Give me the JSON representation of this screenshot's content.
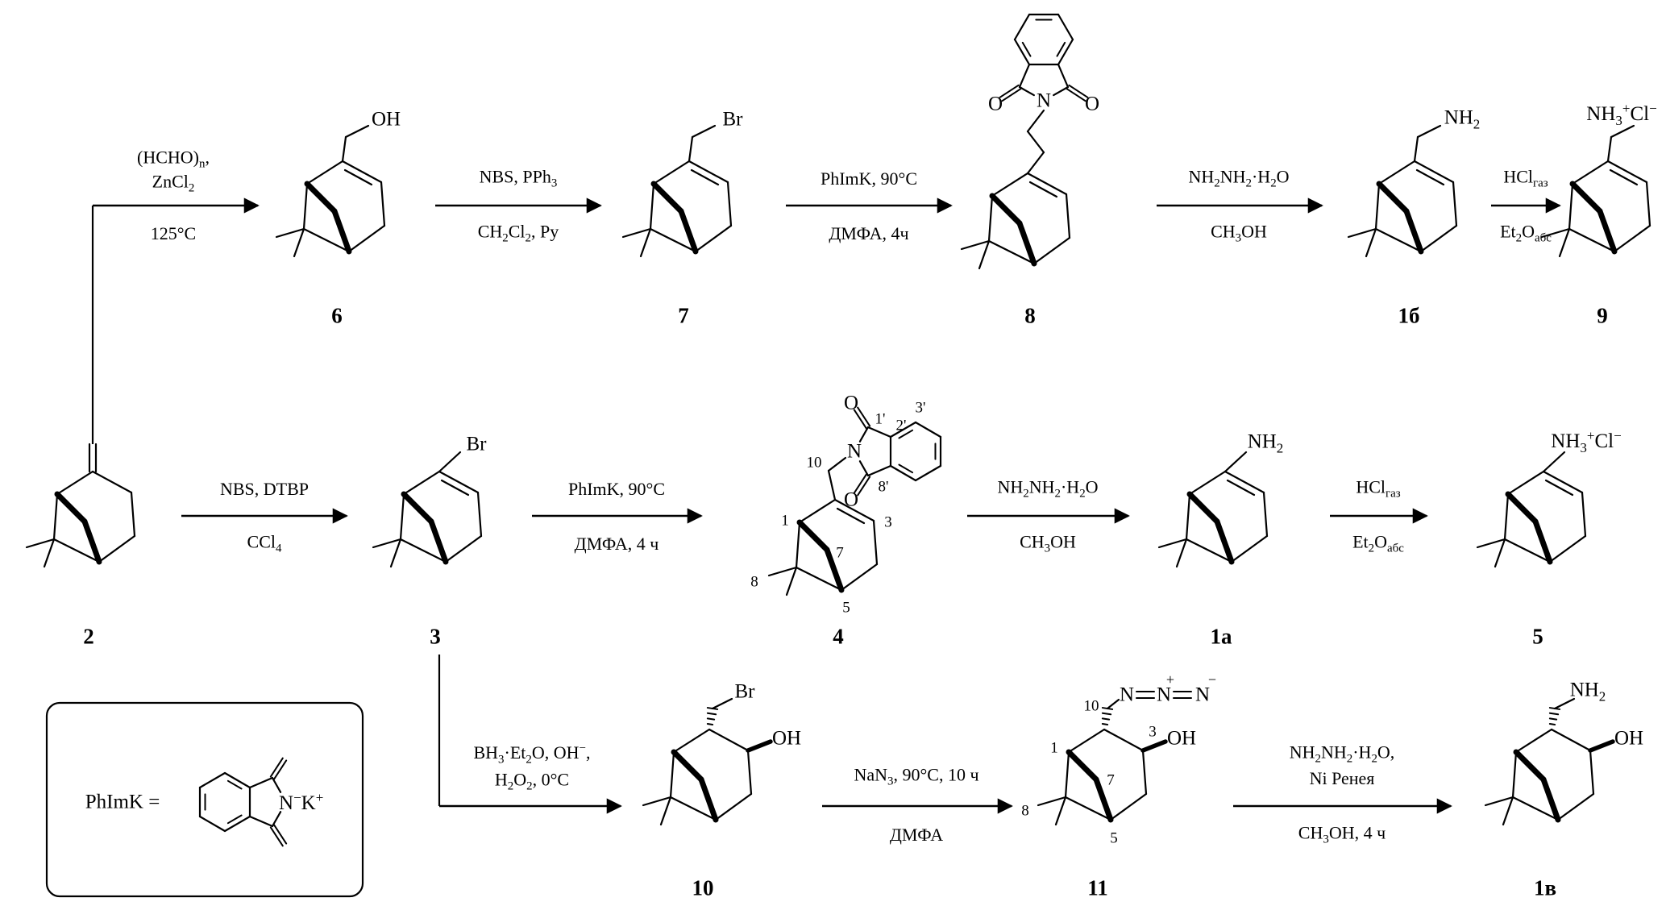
{
  "legend": {
    "label": "PhImK =",
    "salt": "N<sup>−</sup>K<sup>+</sup>"
  },
  "reactions": {
    "r1s1": {
      "above1": "(HCHO)<sub>n</sub>,",
      "above2": "ZnCl<sub>2</sub>",
      "below": "125°C"
    },
    "r1s2": {
      "above": "NBS, PPh<sub>3</sub>",
      "below": "CH<sub>2</sub>Cl<sub>2</sub>, Py"
    },
    "r1s3": {
      "above": "PhImK, 90°C",
      "below": "ДМФА, 4ч"
    },
    "r1s4": {
      "above": "NH<sub>2</sub>NH<sub>2</sub>·H<sub>2</sub>O",
      "below": "CH<sub>3</sub>OH"
    },
    "r1s5": {
      "above": "HCl<sub>газ</sub>",
      "below": "Et<sub>2</sub>O<sub>абс</sub>"
    },
    "r2s1": {
      "above": "NBS, DTBP",
      "below": "CCl<sub>4</sub>"
    },
    "r2s2": {
      "above": "PhImK, 90°C",
      "below": "ДМФА, 4 ч"
    },
    "r2s3": {
      "above": "NH<sub>2</sub>NH<sub>2</sub>·H<sub>2</sub>O",
      "below": "CH<sub>3</sub>OH"
    },
    "r2s4": {
      "above": "HCl<sub>газ</sub>",
      "below": "Et<sub>2</sub>O<sub>абс</sub>"
    },
    "r3s1": {
      "above1": "BH<sub>3</sub>·Et<sub>2</sub>O, OH<sup>−</sup>,",
      "above2": "H<sub>2</sub>O<sub>2</sub>, 0°C"
    },
    "r3s2": {
      "above": "NaN<sub>3</sub>, 90°C, 10 ч",
      "below": "ДМФА"
    },
    "r3s3": {
      "above1": "NH<sub>2</sub>NH<sub>2</sub>·H<sub>2</sub>O,",
      "above2": "Ni Ренея",
      "below": "CH<sub>3</sub>OH, 4 ч"
    }
  },
  "compounds": {
    "c2": {
      "number": "2"
    },
    "c3": {
      "number": "3",
      "group": "Br"
    },
    "c4": {
      "number": "4",
      "n": "N",
      "o_top": "O",
      "o_bottom": "O",
      "locants": {
        "l10": "10",
        "l1": "1",
        "l3": "3",
        "l7": "7",
        "l8": "8",
        "l5": "5",
        "l1p": "1'",
        "l2p": "2'",
        "l3p": "3'",
        "l8p": "8'"
      }
    },
    "c5": {
      "number": "5",
      "group": "NH<sub>3</sub><sup>+</sup>Cl<sup>−</sup>"
    },
    "c6": {
      "number": "6",
      "group": "OH"
    },
    "c7": {
      "number": "7",
      "group": "Br"
    },
    "c8": {
      "number": "8",
      "n": "N",
      "o_left": "O",
      "o_right": "O"
    },
    "c9": {
      "number": "9",
      "group": "NH<sub>3</sub><sup>+</sup>Cl<sup>−</sup>"
    },
    "c1a": {
      "number": "1а",
      "group": "NH<sub>2</sub>"
    },
    "c1b": {
      "number": "1б",
      "group": "NH<sub>2</sub>"
    },
    "c1v": {
      "number": "1в",
      "group": "NH<sub>2</sub>",
      "oh": "OH"
    },
    "c10": {
      "number": "10",
      "group": "Br",
      "oh": "OH"
    },
    "c11": {
      "number": "11",
      "oh": "OH",
      "azide": {
        "n1": "N",
        "n2": "N",
        "n3": "N",
        "plus": "+",
        "minus": "−"
      },
      "locants": {
        "l10": "10",
        "l1": "1",
        "l3": "3",
        "l7": "7",
        "l8": "8",
        "l5": "5"
      }
    }
  }
}
